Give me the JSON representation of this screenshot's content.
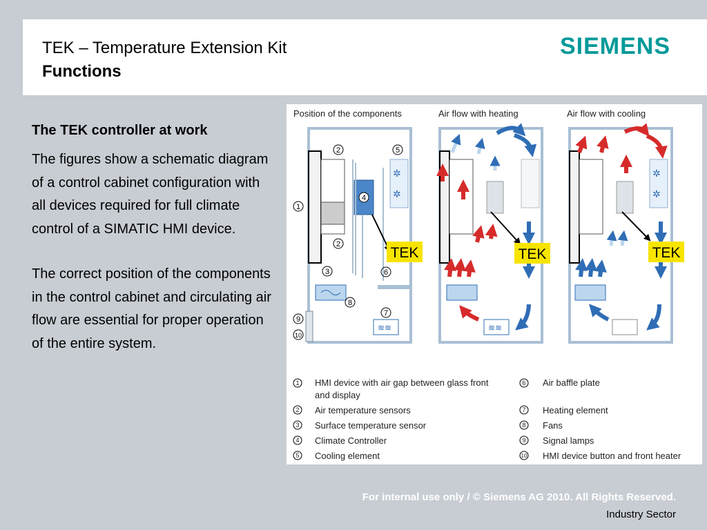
{
  "header": {
    "title": "TEK – Temperature Extension Kit",
    "subtitle": "Functions",
    "logo": "SIEMENS"
  },
  "content": {
    "heading": "The TEK controller at work",
    "paragraphs": [
      "The figures show a schematic diagram of a control cabinet configuration with all devices required for full climate control of a SIMATIC HMI device.",
      "The correct position of the components in the control cabinet and circulating air flow are essential for proper operation of the entire system."
    ]
  },
  "figure": {
    "panel_titles": [
      "Position of the components",
      "Air flow with heating",
      "Air flow with cooling"
    ],
    "tek_label": "TEK",
    "callouts": [
      "1",
      "2",
      "2",
      "3",
      "4",
      "5",
      "6",
      "7",
      "8",
      "9",
      "10"
    ],
    "legend": [
      {
        "num": "1",
        "text": "HMI device with air gap between glass front",
        "text2": "and display"
      },
      {
        "num": "2",
        "text": "Air temperature sensors"
      },
      {
        "num": "3",
        "text": "Surface temperature sensor"
      },
      {
        "num": "4",
        "text": "Climate Controller"
      },
      {
        "num": "5",
        "text": "Cooling element"
      },
      {
        "num": "6",
        "text": "Air baffle plate"
      },
      {
        "num": "7",
        "text": "Heating element"
      },
      {
        "num": "8",
        "text": "Fans"
      },
      {
        "num": "9",
        "text": "Signal lamps"
      },
      {
        "num": "10",
        "text": "HMI device button and front heater"
      }
    ],
    "colors": {
      "cabinet": "#a9bfd3",
      "heat": "#d62b2b",
      "cool": "#2f6db5",
      "fan": "#bcd6ee",
      "tek": "#f7e400"
    }
  },
  "footer": {
    "notice": "For internal use only / © Siemens AG 2010. All Rights Reserved.",
    "sector": "Industry Sector"
  }
}
